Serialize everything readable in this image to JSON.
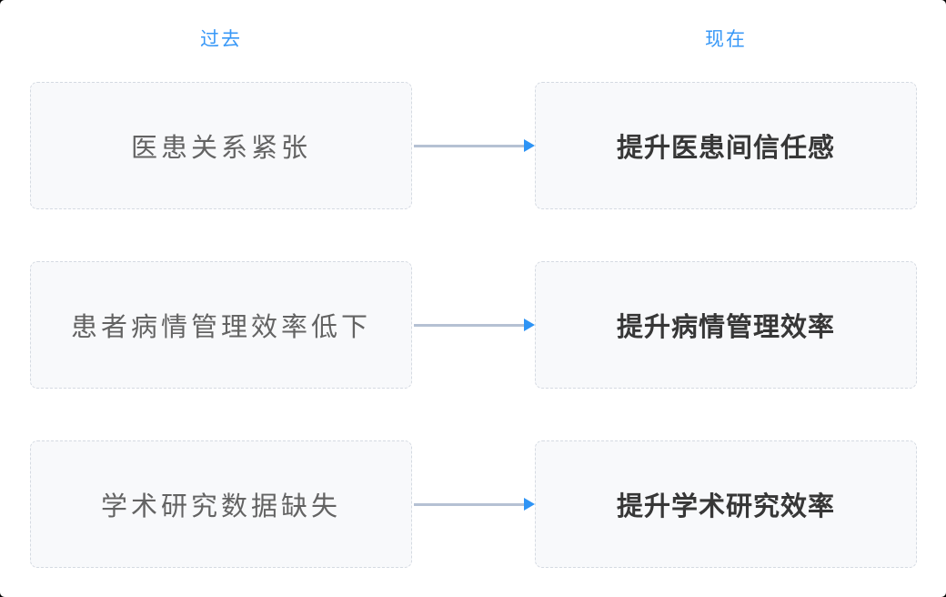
{
  "columns": {
    "past_label": "过去",
    "present_label": "现在"
  },
  "rows": [
    {
      "past": "医患关系紧张",
      "present": "提升医患间信任感"
    },
    {
      "past": "患者病情管理效率低下",
      "present": "提升病情管理效率"
    },
    {
      "past": "学术研究数据缺失",
      "present": "提升学术研究效率"
    }
  ],
  "colors": {
    "header_blue": "#3898f7",
    "box_background": "#f8f9fb",
    "box_border": "#d5dae2",
    "arrow_line": "#b5c1d3",
    "arrow_head_blue": "#2e94f5",
    "past_text": "#636363",
    "present_text": "#373737"
  }
}
